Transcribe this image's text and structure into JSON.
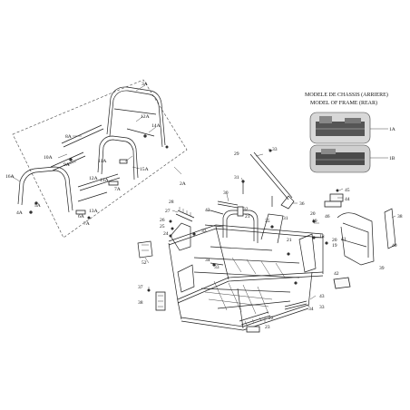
{
  "inset": {
    "title_line1": "MODELE DE CHASSIS (ARRIERE)",
    "title_line2": "MODEL OF FRAME (REAR)",
    "callout_a": "1A",
    "callout_b": "1B"
  },
  "labels": {
    "l3A": "3A",
    "l12A_top": "12A",
    "l14A": "14A",
    "l8A": "8A",
    "l10A": "10A",
    "l9A": "9A",
    "l11A": "11A",
    "l15A": "15A",
    "l16A": "16A",
    "l5A": "5A",
    "l4A": "4A",
    "l13A": "13A",
    "l12A_low": "12A",
    "l13A_low": "13A",
    "l7A": "7A",
    "l6A": "6A",
    "l7A_low": "7A",
    "l2A": "2A",
    "n29": "29",
    "n33_top": "33",
    "n31": "31",
    "n30": "30",
    "n32": "32",
    "n21": "21",
    "n35": "35",
    "n31b": "31",
    "n36": "36",
    "n45": "45",
    "n44": "44",
    "n20": "20",
    "n19": "19",
    "n46": "46",
    "n38_right": "38",
    "n40": "40",
    "n41": "41",
    "n18": "18",
    "n20b": "20",
    "n19b": "19",
    "n28": "28",
    "n27": "27",
    "n43": "43",
    "n33_mid": "33",
    "n26": "26",
    "n25": "25",
    "n24": "24",
    "n34": "34",
    "n33_low": "33",
    "n52": "52",
    "n21b": "21",
    "n37": "37",
    "n38_left": "38",
    "n42": "42",
    "n43b": "43",
    "n34b": "34",
    "n33b": "33",
    "n22": "22",
    "n23": "23",
    "n39": "39"
  }
}
